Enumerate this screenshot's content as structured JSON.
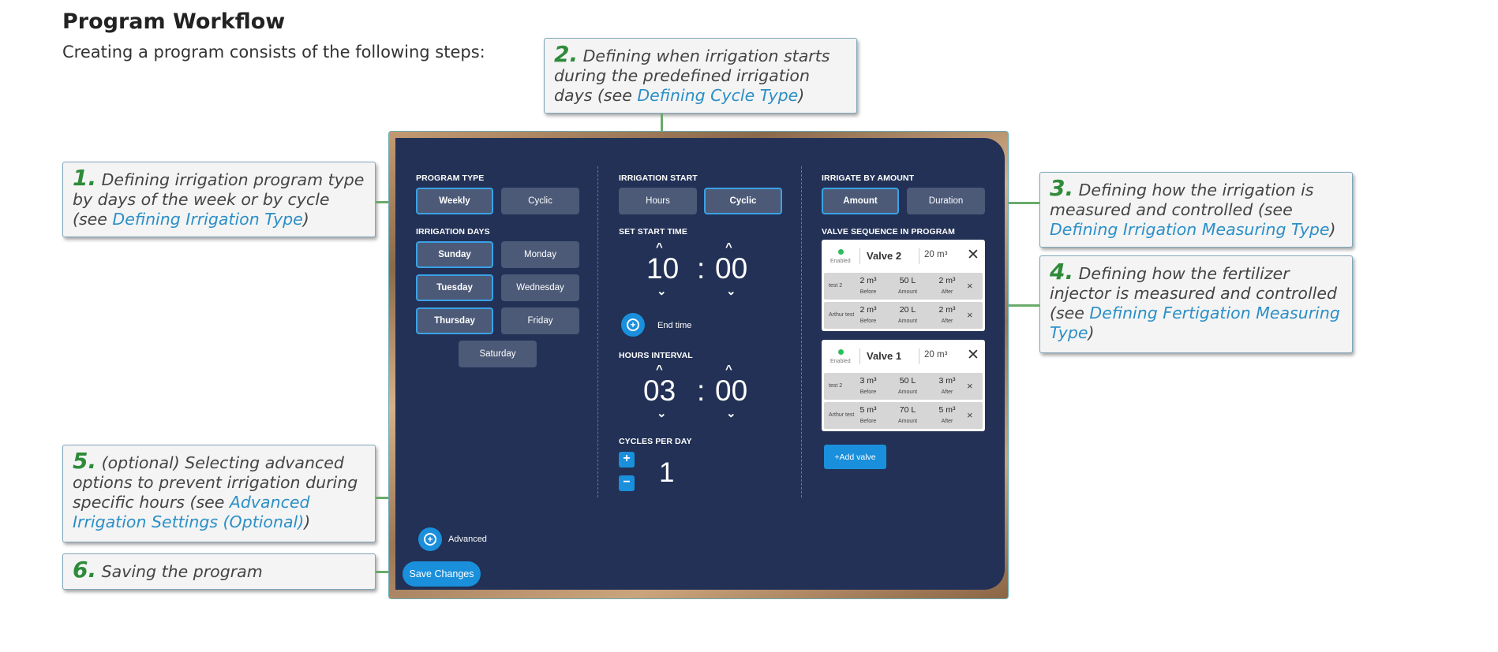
{
  "doc": {
    "title": "Program Workflow",
    "intro": "Creating a program consists of the following steps:"
  },
  "callouts": {
    "c1": {
      "num": "1.",
      "text": " Defining irrigation program type by days of the week or by cycle (see ",
      "link": "Defining Irrigation Type",
      "tail": ")"
    },
    "c2": {
      "num": "2.",
      "text": " Defining when irrigation starts during the predefined irrigation days (see ",
      "link": "Defining Cycle Type",
      "tail": ")"
    },
    "c3": {
      "num": "3.",
      "text": " Defining how the irrigation is measured and controlled (see ",
      "link": "Defining Irrigation Measuring Type",
      "tail": ")"
    },
    "c4": {
      "num": "4.",
      "text": " Defining how the fertilizer injector is measured and controlled (see ",
      "link": "Defining Fertigation Measuring Type",
      "tail": ")"
    },
    "c5": {
      "num": "5.",
      "text": " (optional) Selecting advanced options to prevent irrigation during specific hours (see ",
      "link": "Advanced Irrigation Settings (Optional)",
      "tail": ")"
    },
    "c6": {
      "num": "6.",
      "text": " Saving the program"
    }
  },
  "app": {
    "program_type": {
      "label": "PROGRAM TYPE",
      "options": [
        "Weekly",
        "Cyclic"
      ],
      "selected": "Weekly"
    },
    "irrigation_days": {
      "label": "IRRIGATION DAYS",
      "days": [
        "Sunday",
        "Monday",
        "Tuesday",
        "Wednesday",
        "Thursday",
        "Friday",
        "Saturday"
      ],
      "selected": [
        "Sunday",
        "Tuesday",
        "Thursday"
      ]
    },
    "irrigation_start": {
      "label": "IRRIGATION START",
      "options": [
        "Hours",
        "Cyclic"
      ],
      "selected": "Cyclic"
    },
    "start_time": {
      "label": "SET START TIME",
      "hours": "10",
      "sep": ":",
      "minutes": "00",
      "end_time_label": "End time"
    },
    "hours_interval": {
      "label": "HOURS INTERVAL",
      "hours": "03",
      "sep": ":",
      "minutes": "00"
    },
    "cycles_per_day": {
      "label": "CYCLES PER DAY",
      "plus": "+",
      "minus": "−",
      "value": "1"
    },
    "irrigate_by": {
      "label": "IRRIGATE BY AMOUNT",
      "options": [
        "Amount",
        "Duration"
      ],
      "selected": "Amount"
    },
    "valve_sequence": {
      "label": "VALVE SEQUENCE IN PROGRAM",
      "valves": [
        {
          "status": "Enabled",
          "name": "Valve 2",
          "amount": "20 m³",
          "close": "✕",
          "rows": [
            {
              "name": "test 2",
              "before": "2 m³",
              "amount": "50 L",
              "after": "2 m³"
            },
            {
              "name": "Arthur test",
              "before": "2 m³",
              "amount": "20 L",
              "after": "2 m³"
            }
          ]
        },
        {
          "status": "Enabled",
          "name": "Valve 1",
          "amount": "20 m³",
          "close": "✕",
          "rows": [
            {
              "name": "test 2",
              "before": "3 m³",
              "amount": "50 L",
              "after": "3 m³"
            },
            {
              "name": "Arthur test",
              "before": "5 m³",
              "amount": "70 L",
              "after": "5 m³"
            }
          ]
        }
      ],
      "captions": {
        "before": "Before",
        "amount": "Amount",
        "after": "After"
      },
      "row_remove": "×",
      "add_valve": "+Add valve"
    },
    "advanced_label": "Advanced",
    "save_label": "Save Changes",
    "chevron_up": "^",
    "chevron_down": "⌄"
  },
  "colors": {
    "panel_bg": "#223155",
    "button_bg": "#4c5a78",
    "accent": "#1a8fdc",
    "selected_border": "#3aa2e6",
    "callout_number": "#2e8b3a",
    "link": "#2b8fc7"
  }
}
